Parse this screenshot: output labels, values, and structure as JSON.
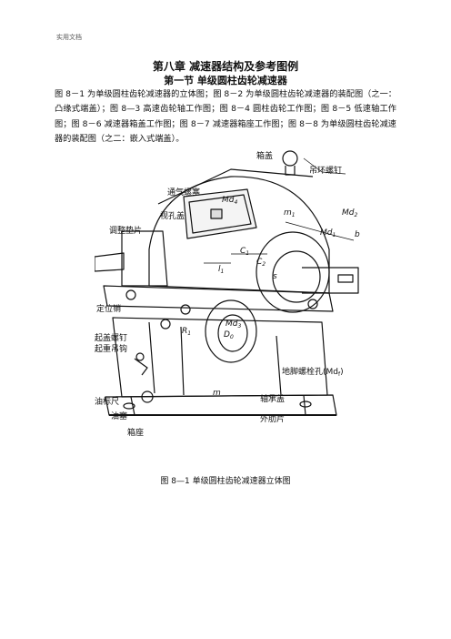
{
  "header_note": "实用文档",
  "chapter_title": "第八章  减速器结构及参考图例",
  "section_title": "第一节 单级圆柱齿轮减速器",
  "intro": "图 8－1 为单级圆柱齿轮减速器的立体图；图 8－2 为单级圆柱齿轮减速器的装配图（之一：凸缘式端盖）；图 8—3 高速齿轮轴工作图；图 8－4 圆柱齿轮工作图；图 8－5 低速轴工作图；图 8－6 减速器箱盖工作图；图 8－7 减速器箱座工作图；图 8－8 为单级圆柱齿轮减速器的装配图（之二：嵌入式端盖）。",
  "figure": {
    "labels": {
      "box_cover": "箱盖",
      "lifting_bolt": "吊环螺钉",
      "vent_plug": "通气螺塞",
      "inspection_cover": "视孔盖",
      "adjust_shim": "调整垫片",
      "locating_pin": "定位销",
      "jack_screw": "起盖螺钉",
      "lifting_hook": "起重吊钩",
      "oil_dipstick": "油标尺",
      "oil_plug": "油塞",
      "box_base": "箱座",
      "bearing_cover": "轴承盖",
      "outer_rib": "外肋片",
      "anchor_bolt_hole": "地脚螺栓孔(Md",
      "md4": "Md",
      "md2_top": "Md",
      "md1": "Md",
      "md3": "Md",
      "d0": "D",
      "r1": "R",
      "m": "m",
      "m1": "m",
      "c1": "C",
      "c2": "C",
      "l1": "l",
      "s": "s",
      "b": "b",
      "subs": {
        "4": "4",
        "2": "2",
        "1": "1",
        "3": "3",
        "0": "0",
        "f": "f"
      }
    }
  },
  "caption": "图 8—1  单级圆柱齿轮减速器立体图"
}
